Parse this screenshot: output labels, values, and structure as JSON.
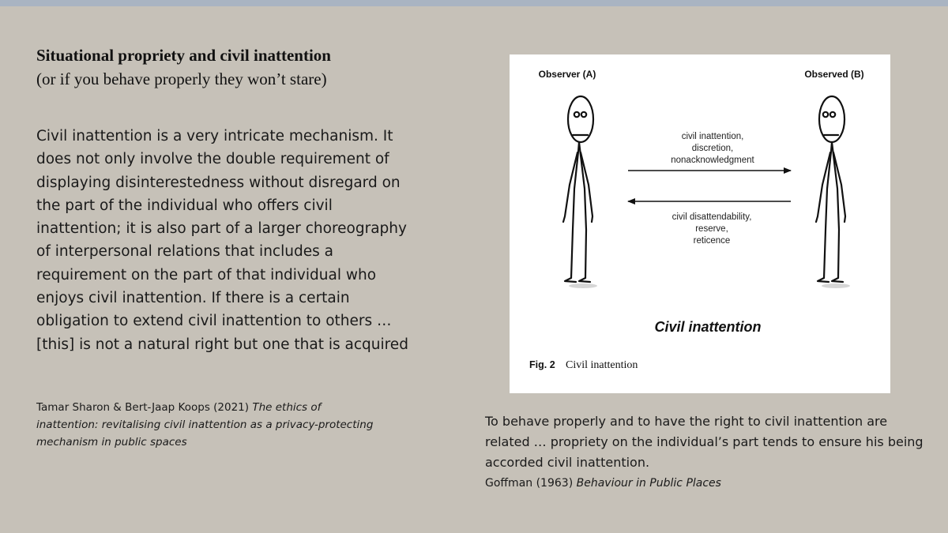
{
  "slide": {
    "title": "Situational propriety and civil inattention",
    "subtitle": "(or if you behave properly they won’t stare)",
    "body": "Civil inattention is a very intricate mechanism. It does not only involve the double requirement of displaying disinterestedness without disregard on the part of the individual who offers civil inattention; it is also part of a larger choreography of interpersonal relations that includes a requirement on the part of that individual who enjoys civil inattention. If there is a certain obligation to extend civil inattention to others … [this] is not a natural right but one that is acquired",
    "citation": {
      "authors": "Tamar Sharon & Bert-Jaap Koops (2021)",
      "work": "The ethics of inattention: revitalising civil inattention as a privacy-protecting mechanism in public spaces"
    },
    "quote": "To behave properly and to have the right to civil inattention are related … propriety on the individual’s part tends to ensure his being accorded civil inattention.",
    "quote_source": {
      "author": "Goffman (1963)",
      "work": "Behaviour in Public Places"
    }
  },
  "figure": {
    "observer_a_label": "Observer (A)",
    "observed_b_label": "Observed (B)",
    "arrow_right_lines": [
      "civil inattention,",
      "discretion,",
      "nonacknowledgment"
    ],
    "arrow_left_lines": [
      "civil disattendability,",
      "reserve,",
      "reticence"
    ],
    "diagram_caption": "Civil inattention",
    "fig_number": "Fig. 2",
    "fig_title": "Civil inattention"
  }
}
